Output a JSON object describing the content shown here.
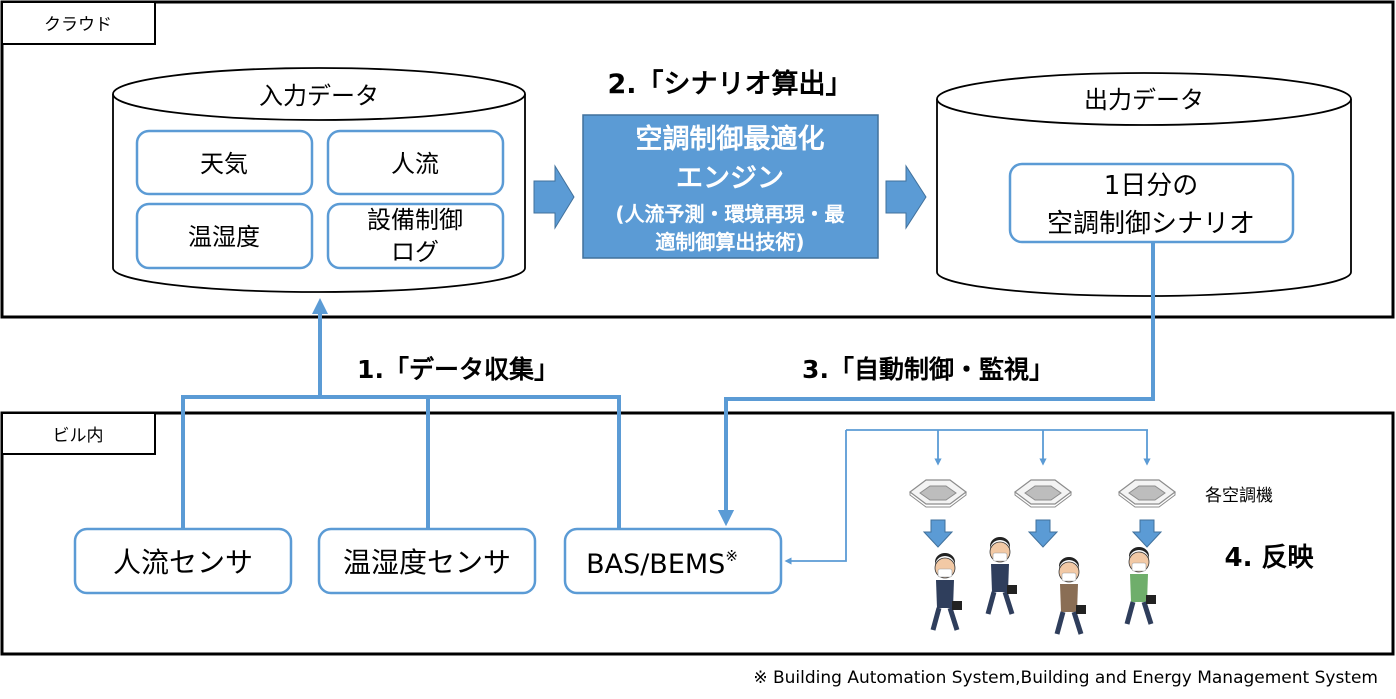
{
  "colors": {
    "accent": "#5b9bd5",
    "accent_dark": "#41719c",
    "engine_fill": "#5b9bd5",
    "line": "#000000"
  },
  "cloud": {
    "label": "クラウド",
    "input_db": {
      "title": "入力データ",
      "items": [
        "天気",
        "人流",
        "温湿度",
        "設備制御",
        "ログ"
      ]
    },
    "step2_label": "2.「シナリオ算出」",
    "engine": {
      "line1": "空調制御最適化",
      "line2": "エンジン",
      "line3": "(人流予測・環境再現・最",
      "line4": "適制御算出技術)"
    },
    "output_db": {
      "title": "出力データ",
      "item_line1": "1日分の",
      "item_line2": "空調制御シナリオ"
    }
  },
  "steps": {
    "step1": "1.「データ収集」",
    "step3": "3.「自動制御・監視」",
    "step4": "4. 反映"
  },
  "building": {
    "label": "ビル内",
    "sensors": [
      "人流センサ",
      "温湿度センサ"
    ],
    "bas_label": "BAS/BEMS",
    "bas_mark": "※",
    "ac_units_label": "各空調機",
    "ac_unit_count": 3,
    "people_count": 4
  },
  "footnote": "※ Building Automation System,Building and Energy Management System"
}
